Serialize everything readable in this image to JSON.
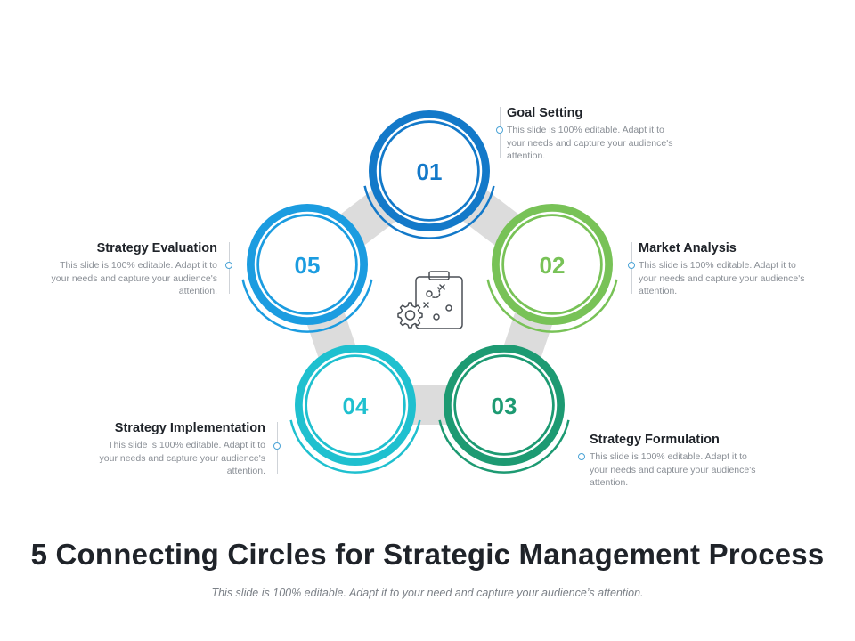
{
  "steps": [
    {
      "number": "01",
      "title": "Goal Setting",
      "description": "This slide is 100% editable. Adapt it to your needs and capture your audience's attention.",
      "color": "#1379c9"
    },
    {
      "number": "02",
      "title": "Market Analysis",
      "description": "This slide is 100% editable. Adapt it to your needs and capture your audience's attention.",
      "color": "#78c257"
    },
    {
      "number": "03",
      "title": "Strategy Formulation",
      "description": "This slide is 100% editable. Adapt it to your needs and capture your audience's attention.",
      "color": "#1d9a72"
    },
    {
      "number": "04",
      "title": "Strategy Implementation",
      "description": "This slide is 100% editable. Adapt it to your needs and capture your audience's attention.",
      "color": "#1fc0cf"
    },
    {
      "number": "05",
      "title": "Strategy Evaluation",
      "description": "This slide is 100% editable. Adapt it to your needs and capture your audience's attention.",
      "color": "#1b9ce0"
    }
  ],
  "center_icon": "strategy-clipboard-gear-icon",
  "connector_color": "#dcdcdc",
  "title": "5 Connecting Circles for Strategic Management Process",
  "subtitle": "This slide is 100% editable. Adapt it to your need and capture your audience’s attention."
}
